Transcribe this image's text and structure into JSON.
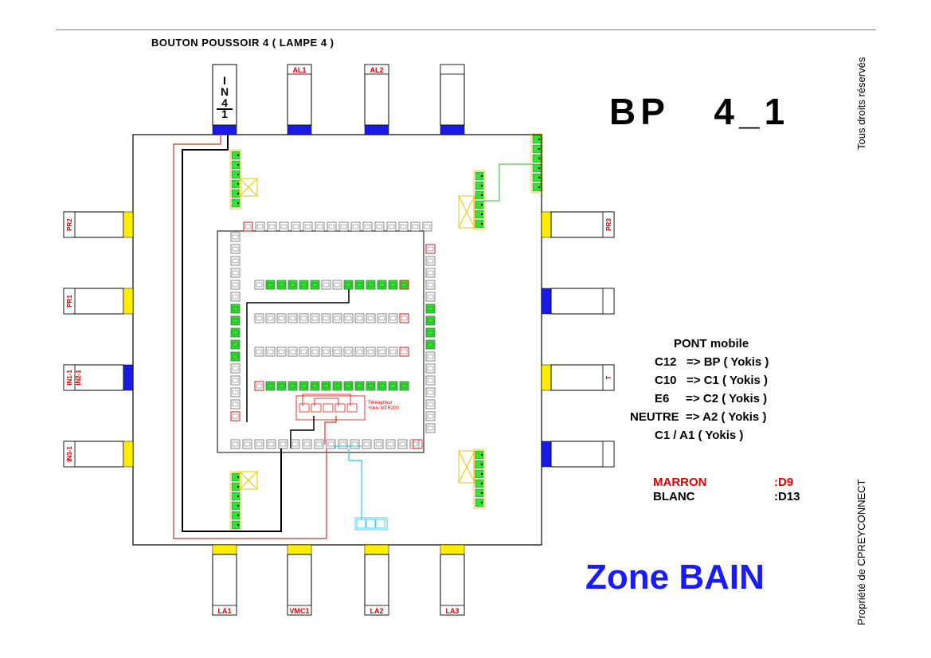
{
  "header": {
    "title": "BOUTON POUSSOIR 4 ( LAMPE 4 )",
    "code": "BP   4_1"
  },
  "side_text": {
    "rights": "Tous droits réservés",
    "owner": "Propriété de CPREYCONNECT"
  },
  "zone_label": "Zone BAIN",
  "bridge": {
    "title": "PONT mobile",
    "lines": [
      "C12   => BP ( Yokis )",
      "C10   => C1 ( Yokis )",
      "E6     => C2 ( Yokis )",
      "NEUTRE  => A2 ( Yokis )",
      "C1 / A1 ( Yokis )"
    ]
  },
  "legend": [
    {
      "name": "MARRON",
      "value": ":D9",
      "color": "#e00000"
    },
    {
      "name": "BLANC",
      "value": ":D13",
      "color": "#000000"
    }
  ],
  "connectors": {
    "top": [
      "IN4/1",
      "AL1",
      "AL2",
      ""
    ],
    "bottom": [
      "LA1",
      "VMC1",
      "LA2",
      "LA3"
    ],
    "left": [
      "PR2",
      "PR1",
      "IN1-1 IN2-1",
      "IN3-1"
    ],
    "right": [
      "PR3",
      "",
      "T",
      ""
    ]
  },
  "module_label": [
    "Télérupteur",
    "Yokis MTR200"
  ],
  "colors": {
    "blue": "#1a1ae6",
    "yellow": "#ffee00",
    "red": "#e00000",
    "green_terminal": "#2ee62e",
    "cyan_wire": "#22c6e6",
    "brown_wire": "#c0392b"
  }
}
